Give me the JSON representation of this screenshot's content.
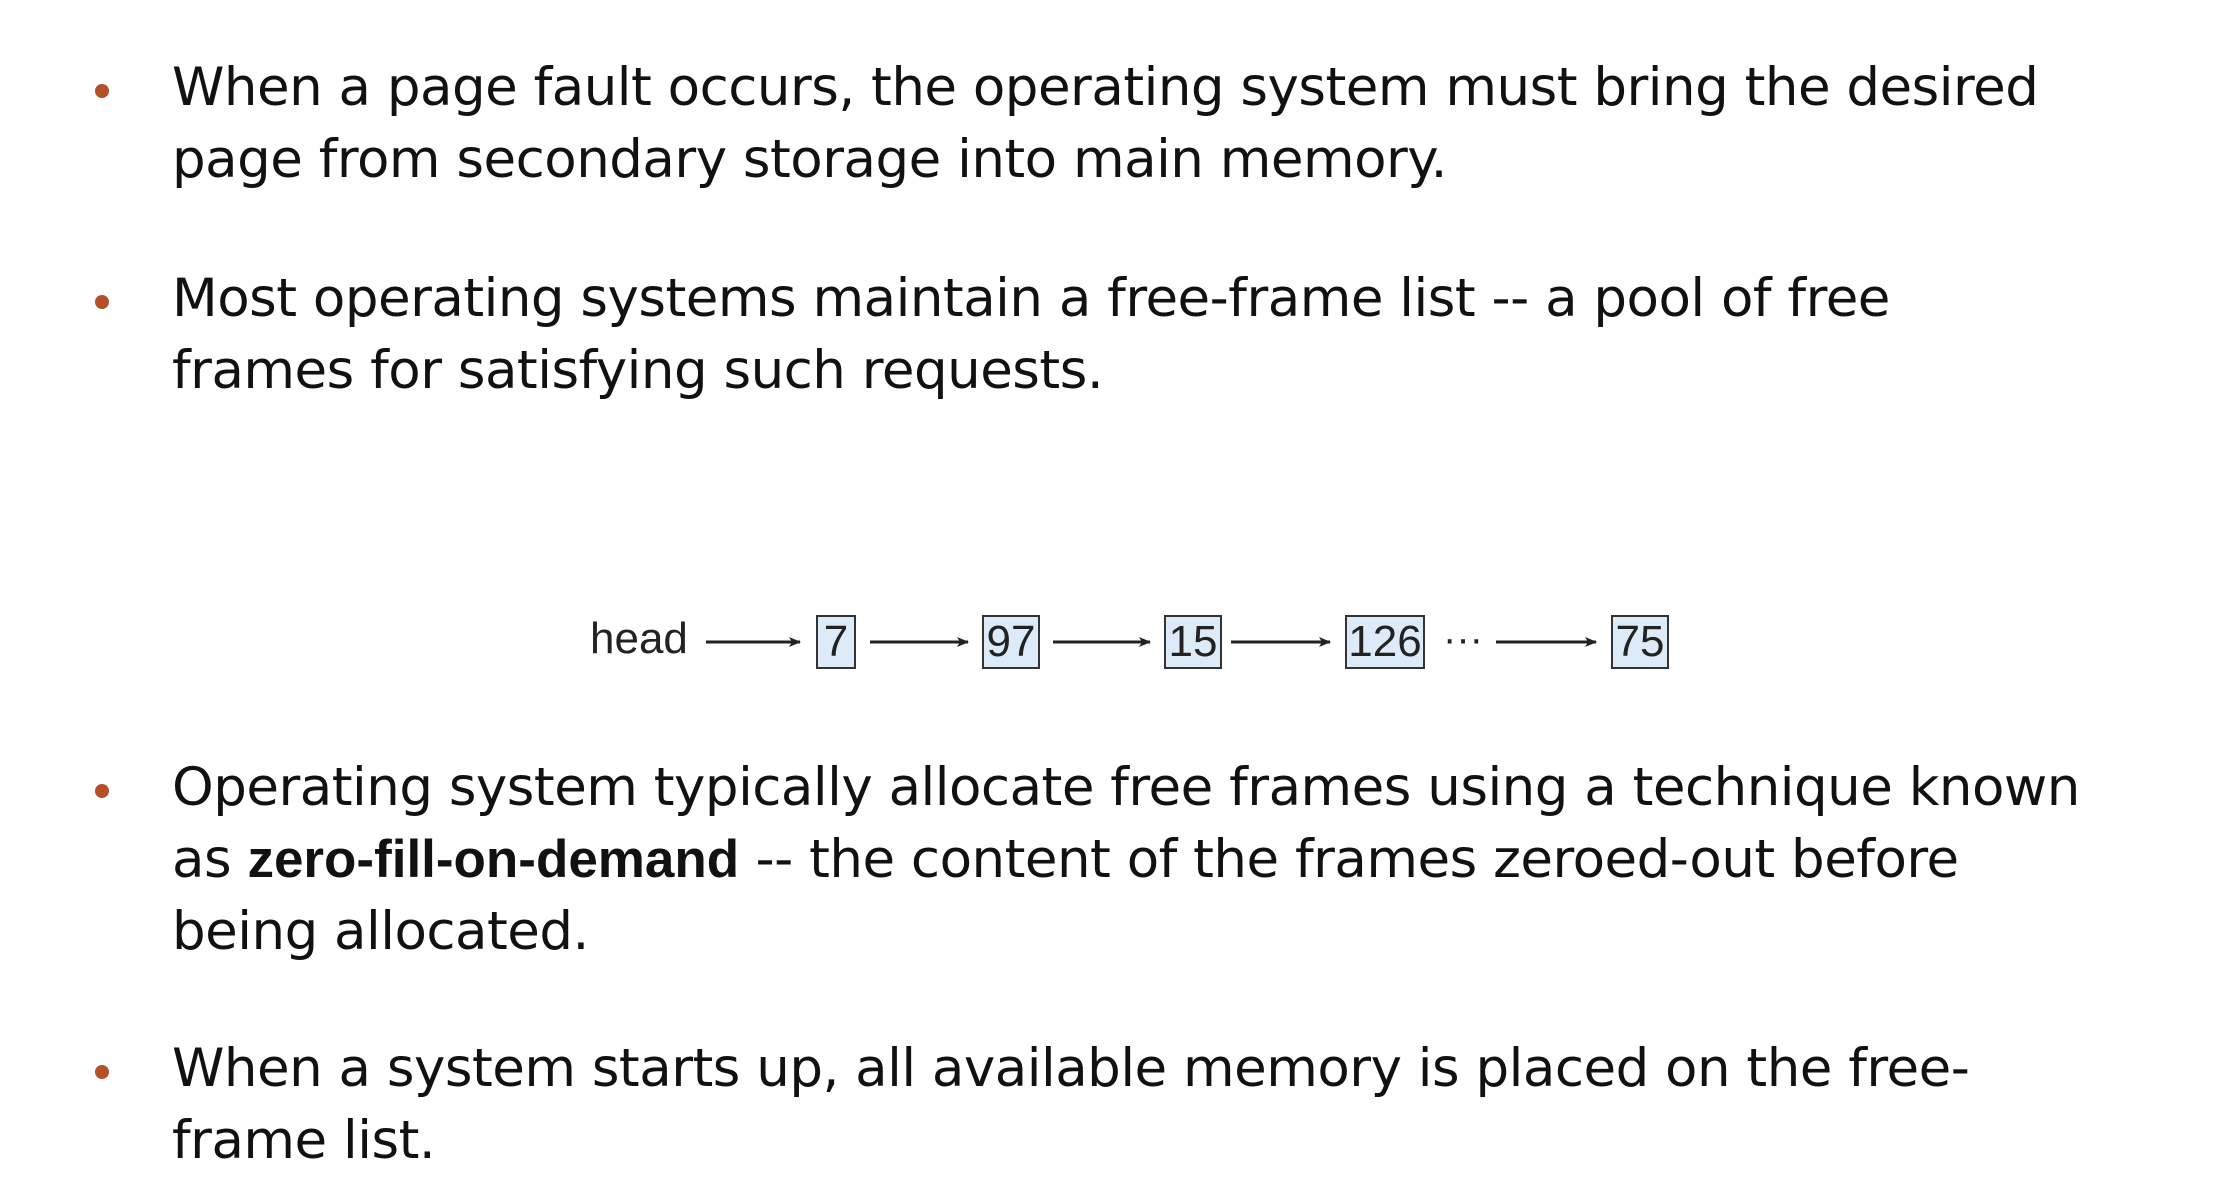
{
  "bullets": [
    {
      "text": "When a page fault occurs, the operating system must bring the desired page from secondary storage into main memory."
    },
    {
      "text": "Most operating systems maintain a free-frame list -- a pool of free frames for satisfying such requests."
    },
    {
      "before": "Operating system typically allocate free frames using a technique known as ",
      "term": "zero-fill-on-demand",
      "after": " -- the content of the frames zeroed-out before being allocated."
    },
    {
      "text": "When a system starts up, all available memory is placed on the free-frame list."
    }
  ],
  "diagram": {
    "head_label": "head",
    "frames": [
      "7",
      "97",
      "15",
      "126",
      "75"
    ],
    "ellipsis": "···"
  },
  "colors": {
    "bullet": "#b3502a",
    "frame_fill": "#dcebf7",
    "frame_stroke": "#333333",
    "text": "#111111"
  }
}
